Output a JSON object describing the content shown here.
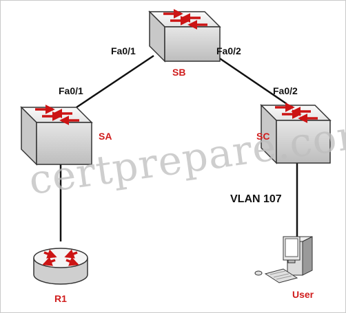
{
  "diagram": {
    "watermark": "certprepare.com",
    "colors": {
      "link": "#111111",
      "device_label": "#d01c1c",
      "arrow": "#cc1414",
      "switch_top": "#f2f2f2",
      "switch_body": "#d7d7d7",
      "watermark": "#bdbdbd"
    },
    "devices": {
      "sb": {
        "label": "SB",
        "icon": "switch-icon"
      },
      "sa": {
        "label": "SA",
        "icon": "switch-icon"
      },
      "sc": {
        "label": "SC",
        "icon": "switch-icon"
      },
      "r1": {
        "label": "R1",
        "icon": "router-icon"
      },
      "user": {
        "label": "User",
        "icon": "workstation-icon"
      }
    },
    "ports": {
      "sb_left": "Fa0/1",
      "sb_right": "Fa0/2",
      "sa_up": "Fa0/1",
      "sc_up": "Fa0/2"
    },
    "vlan": "VLAN 107"
  }
}
